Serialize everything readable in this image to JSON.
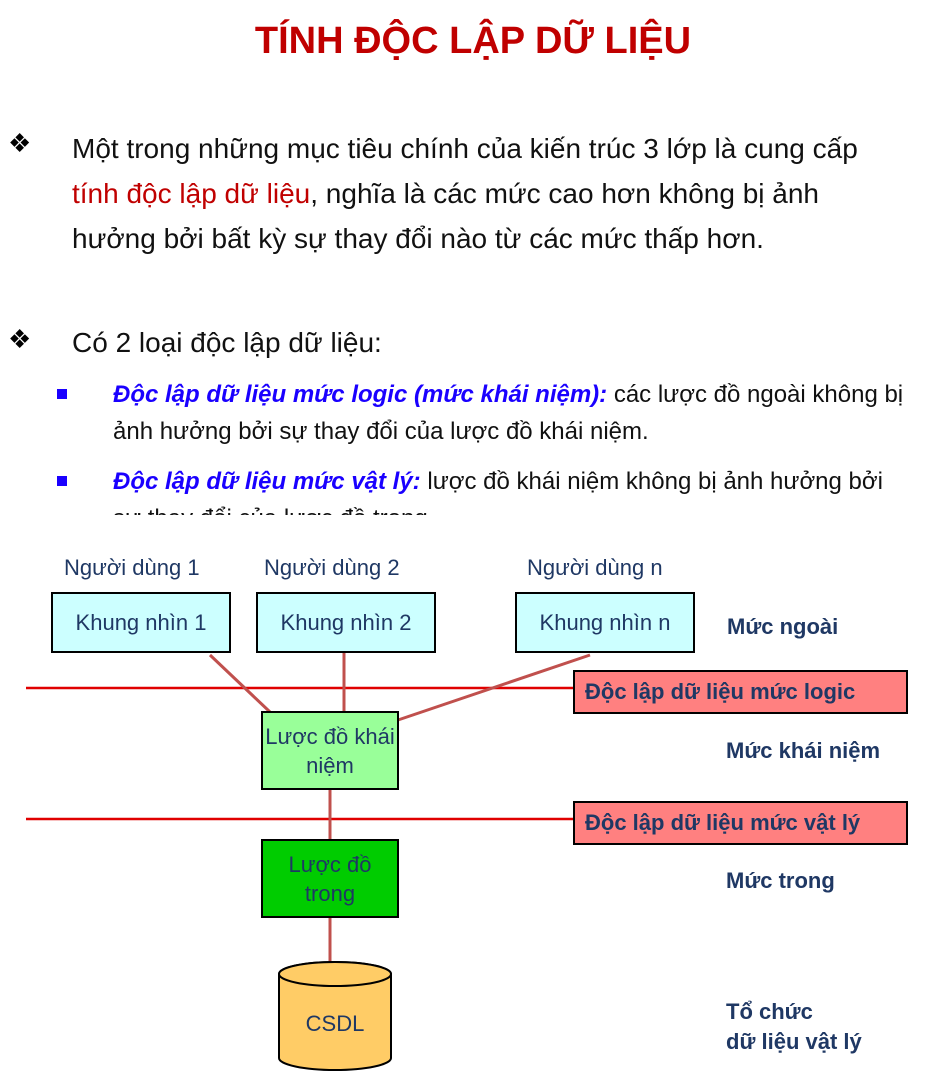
{
  "title": "TÍNH ĐỘC LẬP DỮ LIỆU",
  "bullets": {
    "marker": "❖",
    "first": {
      "before": "Một trong những mục tiêu chính của kiến trúc 3 lớp là cung cấp ",
      "highlight": "tính độc lập dữ liệu",
      "after": ", nghĩa là các mức cao hơn không bị ảnh hưởng bởi bất kỳ sự thay đổi nào từ các mức thấp hơn."
    },
    "second": "Có 2 loại độc lập dữ liệu:",
    "sub_items": [
      {
        "term": "Độc lập dữ liệu mức logic (mức khái niệm):",
        "text": " các lược đồ ngoài không bị ảnh hưởng bởi sự thay đổi của lược đồ khái niệm."
      },
      {
        "term": "Độc lập dữ liệu mức vật lý:",
        "text": " lược đồ khái niệm không bị ảnh hưởng bởi sự thay đổi của lược đồ trong."
      }
    ]
  },
  "diagram": {
    "users": [
      "Người dùng 1",
      "Người dùng 2",
      "Người dùng n"
    ],
    "views": [
      "Khung nhìn 1",
      "Khung nhìn 2",
      "Khung nhìn n"
    ],
    "levels": {
      "external": "Mức ngoài",
      "conceptual": "Mức khái niệm",
      "internal": "Mức trong",
      "physical_line1": "Tổ chức",
      "physical_line2": "dữ liệu vật lý"
    },
    "independence": {
      "logic": "Độc lập dữ liệu mức logic",
      "physical": "Độc lập dữ liệu mức vật lý"
    },
    "conceptual_schema": "Lược đồ khái niệm",
    "internal_schema": "Lược đồ trong",
    "database": "CSDL",
    "colors": {
      "view_fill": "#ccffff",
      "indep_fill": "#ff8080",
      "conceptual_fill": "#99ff99",
      "internal_fill": "#00cc00",
      "db_fill": "#ffcc66",
      "separator": "#e00000",
      "connector": "#c0504d"
    }
  }
}
